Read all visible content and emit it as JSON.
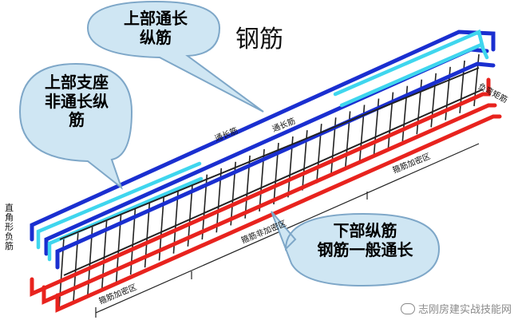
{
  "title": "钢筋",
  "callouts": {
    "top_through": [
      "上部通长",
      "纵筋"
    ],
    "top_support": [
      "上部支座",
      "非通长纵",
      "筋"
    ],
    "bottom": [
      "下部纵筋",
      "钢筋一般通长"
    ]
  },
  "labels": {
    "through_bar_1": "通长筋",
    "through_bar_2": "通长筋",
    "dense_zone_right": "箍筋加密区",
    "non_dense_zone": "箍筋非加密区",
    "dense_zone_left": "箍筋加密区",
    "right_neg": "负弯矩筋",
    "left_vertical": "直角形负筋"
  },
  "watermark": "志刚房建实战技能网",
  "colors": {
    "top_bar": "#1a2fd0",
    "support_bar": "#3fd6ee",
    "bottom_bar": "#e8231e",
    "callout_fill": "#cfe6f3",
    "callout_stroke": "#7ea7c8"
  }
}
